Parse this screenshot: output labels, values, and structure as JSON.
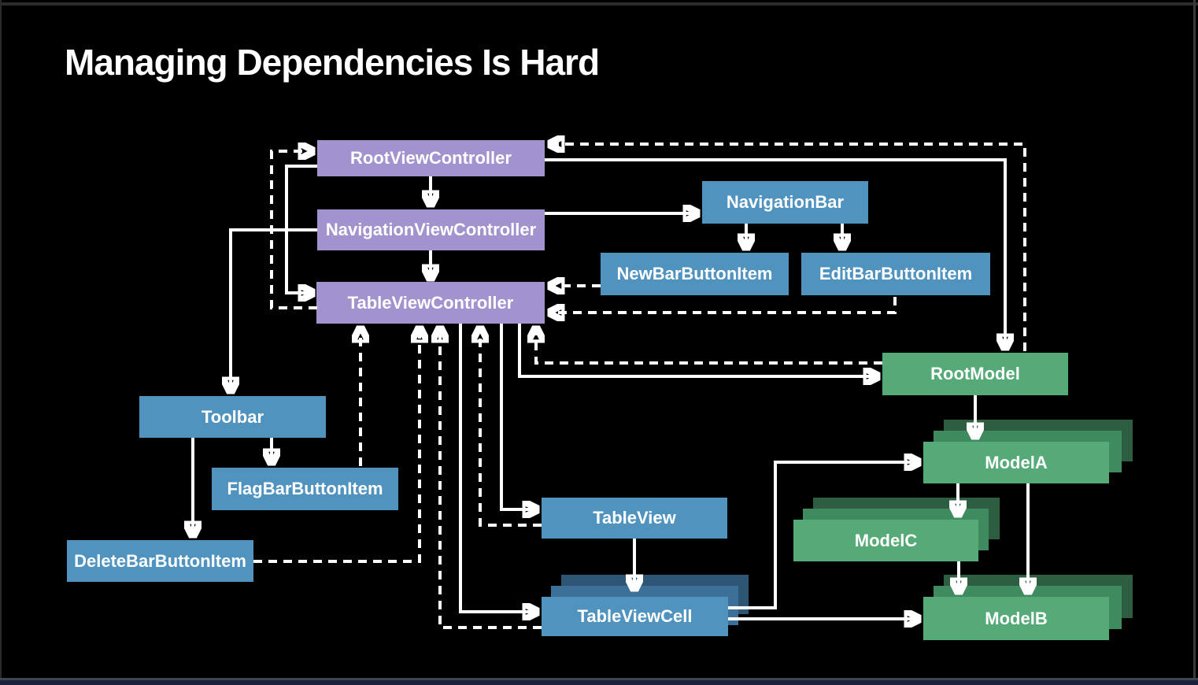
{
  "title": "Managing Dependencies Is Hard",
  "colors": {
    "bg": "#000000",
    "line": "#ffffff",
    "purple": "#a292ce",
    "blue": "#5093bf",
    "blue-mid": "#3d7099",
    "blue-back": "#2d5574",
    "green": "#55aa78",
    "green-mid": "#3f8a5e",
    "green-back": "#2e5e41"
  },
  "nodes": {
    "rootViewController": {
      "label": "RootViewController"
    },
    "navigationViewController": {
      "label": "NavigationViewController"
    },
    "tableViewController": {
      "label": "TableViewController"
    },
    "navigationBar": {
      "label": "NavigationBar"
    },
    "newBarButtonItem": {
      "label": "NewBarButtonItem"
    },
    "editBarButtonItem": {
      "label": "EditBarButtonItem"
    },
    "toolbar": {
      "label": "Toolbar"
    },
    "flagBarButtonItem": {
      "label": "FlagBarButtonItem"
    },
    "deleteBarButtonItem": {
      "label": "DeleteBarButtonItem"
    },
    "tableView": {
      "label": "TableView"
    },
    "tableViewCell": {
      "label": "TableViewCell"
    },
    "rootModel": {
      "label": "RootModel"
    },
    "modelA": {
      "label": "ModelA"
    },
    "modelB": {
      "label": "ModelB"
    },
    "modelC": {
      "label": "ModelC"
    }
  },
  "edges": [
    {
      "from": "RootViewController",
      "to": "NavigationViewController",
      "style": "solid"
    },
    {
      "from": "NavigationViewController",
      "to": "TableViewController",
      "style": "solid"
    },
    {
      "from": "RootViewController",
      "to": "TableViewController",
      "style": "solid"
    },
    {
      "from": "NavigationViewController",
      "to": "Toolbar",
      "style": "solid"
    },
    {
      "from": "NavigationViewController",
      "to": "NavigationBar",
      "style": "solid"
    },
    {
      "from": "RootViewController",
      "to": "RootModel",
      "style": "solid"
    },
    {
      "from": "NavigationBar",
      "to": "NewBarButtonItem",
      "style": "solid"
    },
    {
      "from": "NavigationBar",
      "to": "EditBarButtonItem",
      "style": "solid"
    },
    {
      "from": "Toolbar",
      "to": "FlagBarButtonItem",
      "style": "solid"
    },
    {
      "from": "Toolbar",
      "to": "DeleteBarButtonItem",
      "style": "solid"
    },
    {
      "from": "TableViewController",
      "to": "TableView",
      "style": "solid"
    },
    {
      "from": "TableViewController",
      "to": "TableViewCell",
      "style": "solid"
    },
    {
      "from": "TableViewController",
      "to": "RootModel",
      "style": "solid"
    },
    {
      "from": "RootModel",
      "to": "ModelA",
      "style": "solid"
    },
    {
      "from": "ModelA",
      "to": "ModelC",
      "style": "solid"
    },
    {
      "from": "ModelA",
      "to": "ModelB",
      "style": "solid"
    },
    {
      "from": "ModelC",
      "to": "ModelB",
      "style": "solid"
    },
    {
      "from": "TableView",
      "to": "TableViewCell",
      "style": "solid"
    },
    {
      "from": "TableViewCell",
      "to": "ModelA",
      "style": "solid"
    },
    {
      "from": "TableViewCell",
      "to": "ModelB",
      "style": "solid"
    },
    {
      "from": "TableViewController",
      "to": "RootViewController",
      "style": "dashed"
    },
    {
      "from": "RootModel",
      "to": "RootViewController",
      "style": "dashed"
    },
    {
      "from": "NewBarButtonItem",
      "to": "TableViewController",
      "style": "dashed"
    },
    {
      "from": "EditBarButtonItem",
      "to": "TableViewController",
      "style": "dashed"
    },
    {
      "from": "RootModel",
      "to": "TableViewController",
      "style": "dashed"
    },
    {
      "from": "TableView",
      "to": "TableViewController",
      "style": "dashed"
    },
    {
      "from": "TableViewCell",
      "to": "TableViewController",
      "style": "dashed"
    },
    {
      "from": "FlagBarButtonItem",
      "to": "TableViewController",
      "style": "dashed"
    },
    {
      "from": "DeleteBarButtonItem",
      "to": "TableViewController",
      "style": "dashed"
    }
  ]
}
